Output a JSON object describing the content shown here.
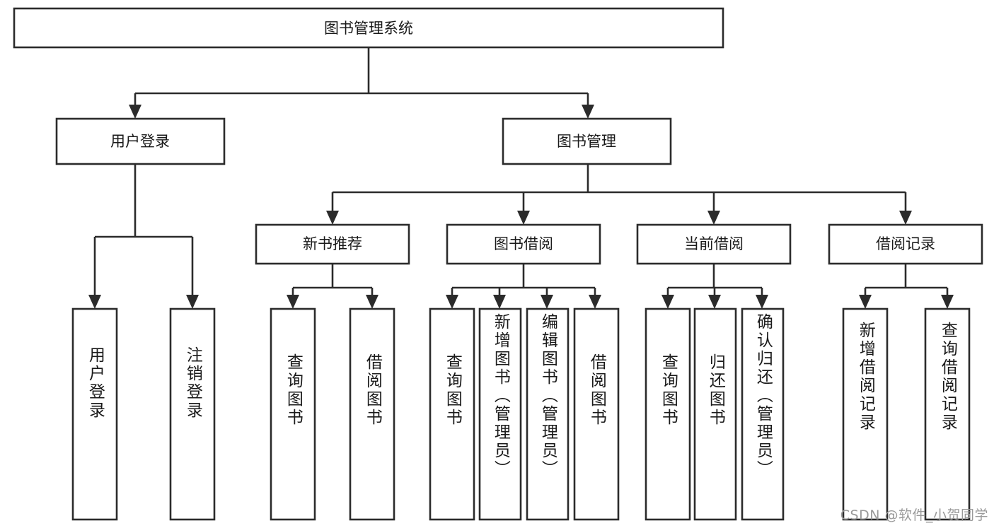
{
  "diagram": {
    "title": "图书管理系统",
    "watermark": "CSDN @软件_小贺同学",
    "colors": {
      "stroke": "#2b2b2b",
      "box_fill": "#ffffff",
      "text": "#1a1a1a",
      "background": "#ffffff",
      "watermark": "#9a9a9a"
    },
    "root": {
      "id": "root",
      "label": "图书管理系统",
      "orientation": "horizontal"
    },
    "level2": [
      {
        "id": "user-login",
        "label": "用户登录",
        "orientation": "horizontal"
      },
      {
        "id": "book-manage",
        "label": "图书管理",
        "orientation": "horizontal"
      }
    ],
    "level3": [
      {
        "id": "new-book-rec",
        "label": "新书推荐",
        "orientation": "horizontal",
        "parent": "book-manage"
      },
      {
        "id": "book-borrow",
        "label": "图书借阅",
        "orientation": "horizontal",
        "parent": "book-manage"
      },
      {
        "id": "current-borrow",
        "label": "当前借阅",
        "orientation": "horizontal",
        "parent": "book-manage"
      },
      {
        "id": "borrow-record",
        "label": "借阅记录",
        "orientation": "horizontal",
        "parent": "book-manage"
      }
    ],
    "leaves": [
      {
        "id": "leaf-user-login",
        "label": "用户登录",
        "orientation": "vertical",
        "parent": "user-login"
      },
      {
        "id": "leaf-user-logout",
        "label": "注销登录",
        "orientation": "vertical",
        "parent": "user-login"
      },
      {
        "id": "leaf-query-book-1",
        "label": "查询图书",
        "orientation": "vertical",
        "parent": "new-book-rec"
      },
      {
        "id": "leaf-borrow-book-1",
        "label": "借阅图书",
        "orientation": "vertical",
        "parent": "new-book-rec"
      },
      {
        "id": "leaf-query-book-2",
        "label": "查询图书",
        "orientation": "vertical",
        "parent": "book-borrow"
      },
      {
        "id": "leaf-add-book",
        "label": "新增图书（管理员）",
        "orientation": "vertical",
        "parent": "book-borrow"
      },
      {
        "id": "leaf-edit-book",
        "label": "编辑图书（管理员）",
        "orientation": "vertical",
        "parent": "book-borrow"
      },
      {
        "id": "leaf-borrow-book-2",
        "label": "借阅图书",
        "orientation": "vertical",
        "parent": "book-borrow"
      },
      {
        "id": "leaf-query-book-3",
        "label": "查询图书",
        "orientation": "vertical",
        "parent": "current-borrow"
      },
      {
        "id": "leaf-return-book",
        "label": "归还图书",
        "orientation": "vertical",
        "parent": "current-borrow"
      },
      {
        "id": "leaf-confirm-return",
        "label": "确认归还（管理员）",
        "orientation": "vertical",
        "parent": "current-borrow"
      },
      {
        "id": "leaf-add-record",
        "label": "新增借阅记录",
        "orientation": "vertical",
        "parent": "borrow-record"
      },
      {
        "id": "leaf-query-record",
        "label": "查询借阅记录",
        "orientation": "vertical",
        "parent": "borrow-record"
      }
    ]
  },
  "chart_data": {
    "type": "diagram",
    "subtype": "tree-hierarchy",
    "title": "图书管理系统",
    "levels": 4,
    "nodes": [
      {
        "level": 1,
        "label": "图书管理系统",
        "children": [
          "用户登录",
          "图书管理"
        ]
      },
      {
        "level": 2,
        "label": "用户登录",
        "children": [
          "用户登录",
          "注销登录"
        ]
      },
      {
        "level": 2,
        "label": "图书管理",
        "children": [
          "新书推荐",
          "图书借阅",
          "当前借阅",
          "借阅记录"
        ]
      },
      {
        "level": 3,
        "label": "新书推荐",
        "children": [
          "查询图书",
          "借阅图书"
        ]
      },
      {
        "level": 3,
        "label": "图书借阅",
        "children": [
          "查询图书",
          "新增图书（管理员）",
          "编辑图书（管理员）",
          "借阅图书"
        ]
      },
      {
        "level": 3,
        "label": "当前借阅",
        "children": [
          "查询图书",
          "归还图书",
          "确认归还（管理员）"
        ]
      },
      {
        "level": 3,
        "label": "借阅记录",
        "children": [
          "新增借阅记录",
          "查询借阅记录"
        ]
      }
    ]
  }
}
